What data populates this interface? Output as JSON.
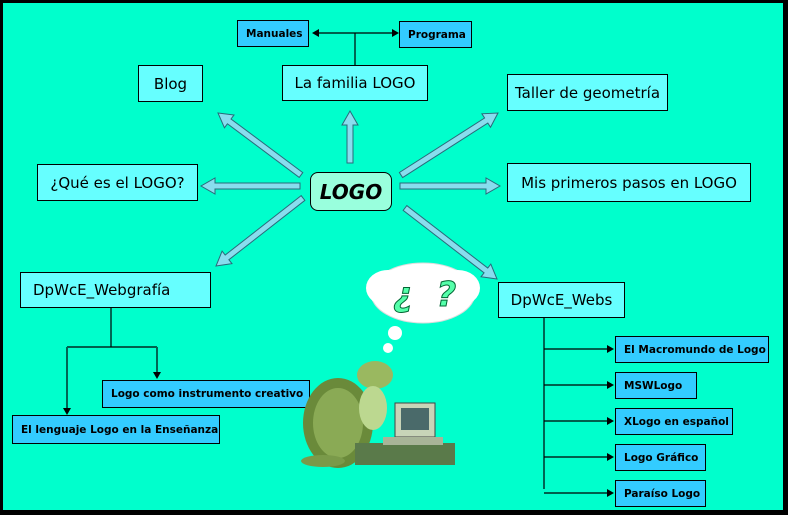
{
  "center": "LOGO",
  "nodes": {
    "manuales": "Manuales",
    "programa": "Programa",
    "familia": "La familia LOGO",
    "blog": "Blog",
    "taller": "Taller de geometría",
    "que_es": "¿Qué es el LOGO?",
    "primeros": "Mis primeros pasos en LOGO",
    "webgrafia": "DpWcE_Webgrafía",
    "webs": "DpWcE_Webs"
  },
  "webgrafia_items": [
    "Logo como instrumento creativo",
    "El lenguaje Logo en la Enseñanza"
  ],
  "webs_items": [
    "El Macromundo de Logo",
    "MSWLogo",
    "XLogo en español",
    "Logo Gráfico",
    "Paraíso Logo"
  ],
  "thought": "¿ ?",
  "colors": {
    "background": "#00ffcc",
    "light_box": "#66ffff",
    "dark_box": "#33ccff"
  }
}
